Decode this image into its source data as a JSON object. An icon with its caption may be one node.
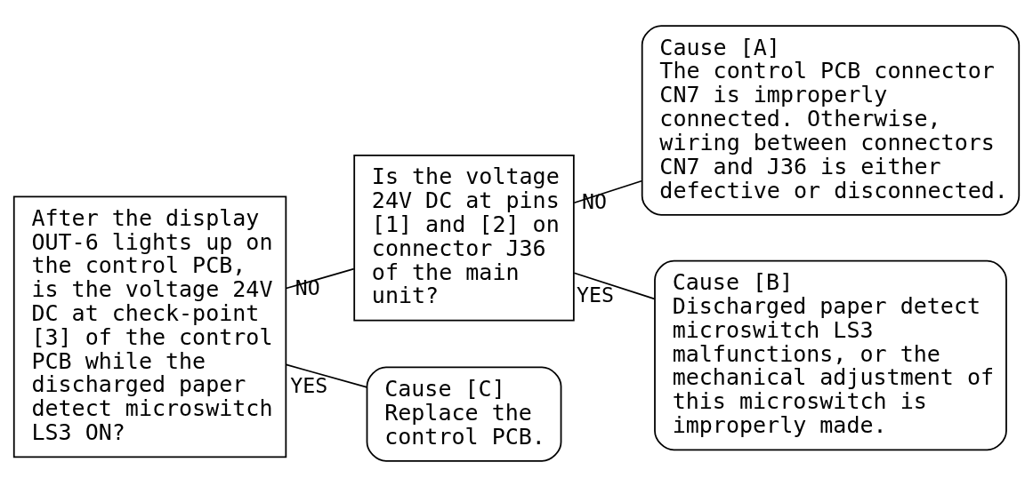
{
  "diagram": {
    "nodes": [
      {
        "text": [
          "After the display OUT-6 lights up on the control PCB, is the voltage 24V DC at check-point [3] of the control PCB while the discharged paper detect microswitch LS3 ON?"
        ]
      },
      {
        "text": [
          "Is the voltage 24V DC at pins [1] and [2] on connector J36 of the main unit?"
        ]
      },
      {
        "text": [
          "Cause [A]",
          "The control PCB connector CN7 is improperly connected. Otherwise, wiring between connectors CN7 and J36 is either defective or disconnected."
        ]
      },
      {
        "text": [
          "Cause [B]",
          "Discharged paper detect microswitch LS3 malfunctions, or the mechanical adjustment of this microswitch is improperly made."
        ]
      },
      {
        "text": [
          "Cause [C]",
          "Replace the control PCB."
        ]
      }
    ],
    "edges": [
      {
        "from": 0,
        "to": 1,
        "arrow": "none",
        "label": "NO"
      },
      {
        "from": 0,
        "to": 4,
        "arrow": "none",
        "label": "YES"
      },
      {
        "from": 1,
        "to": 2,
        "arrow": "none",
        "label": "NO"
      },
      {
        "from": 1,
        "to": 3,
        "arrow": "none",
        "label": "YES"
      }
    ]
  }
}
